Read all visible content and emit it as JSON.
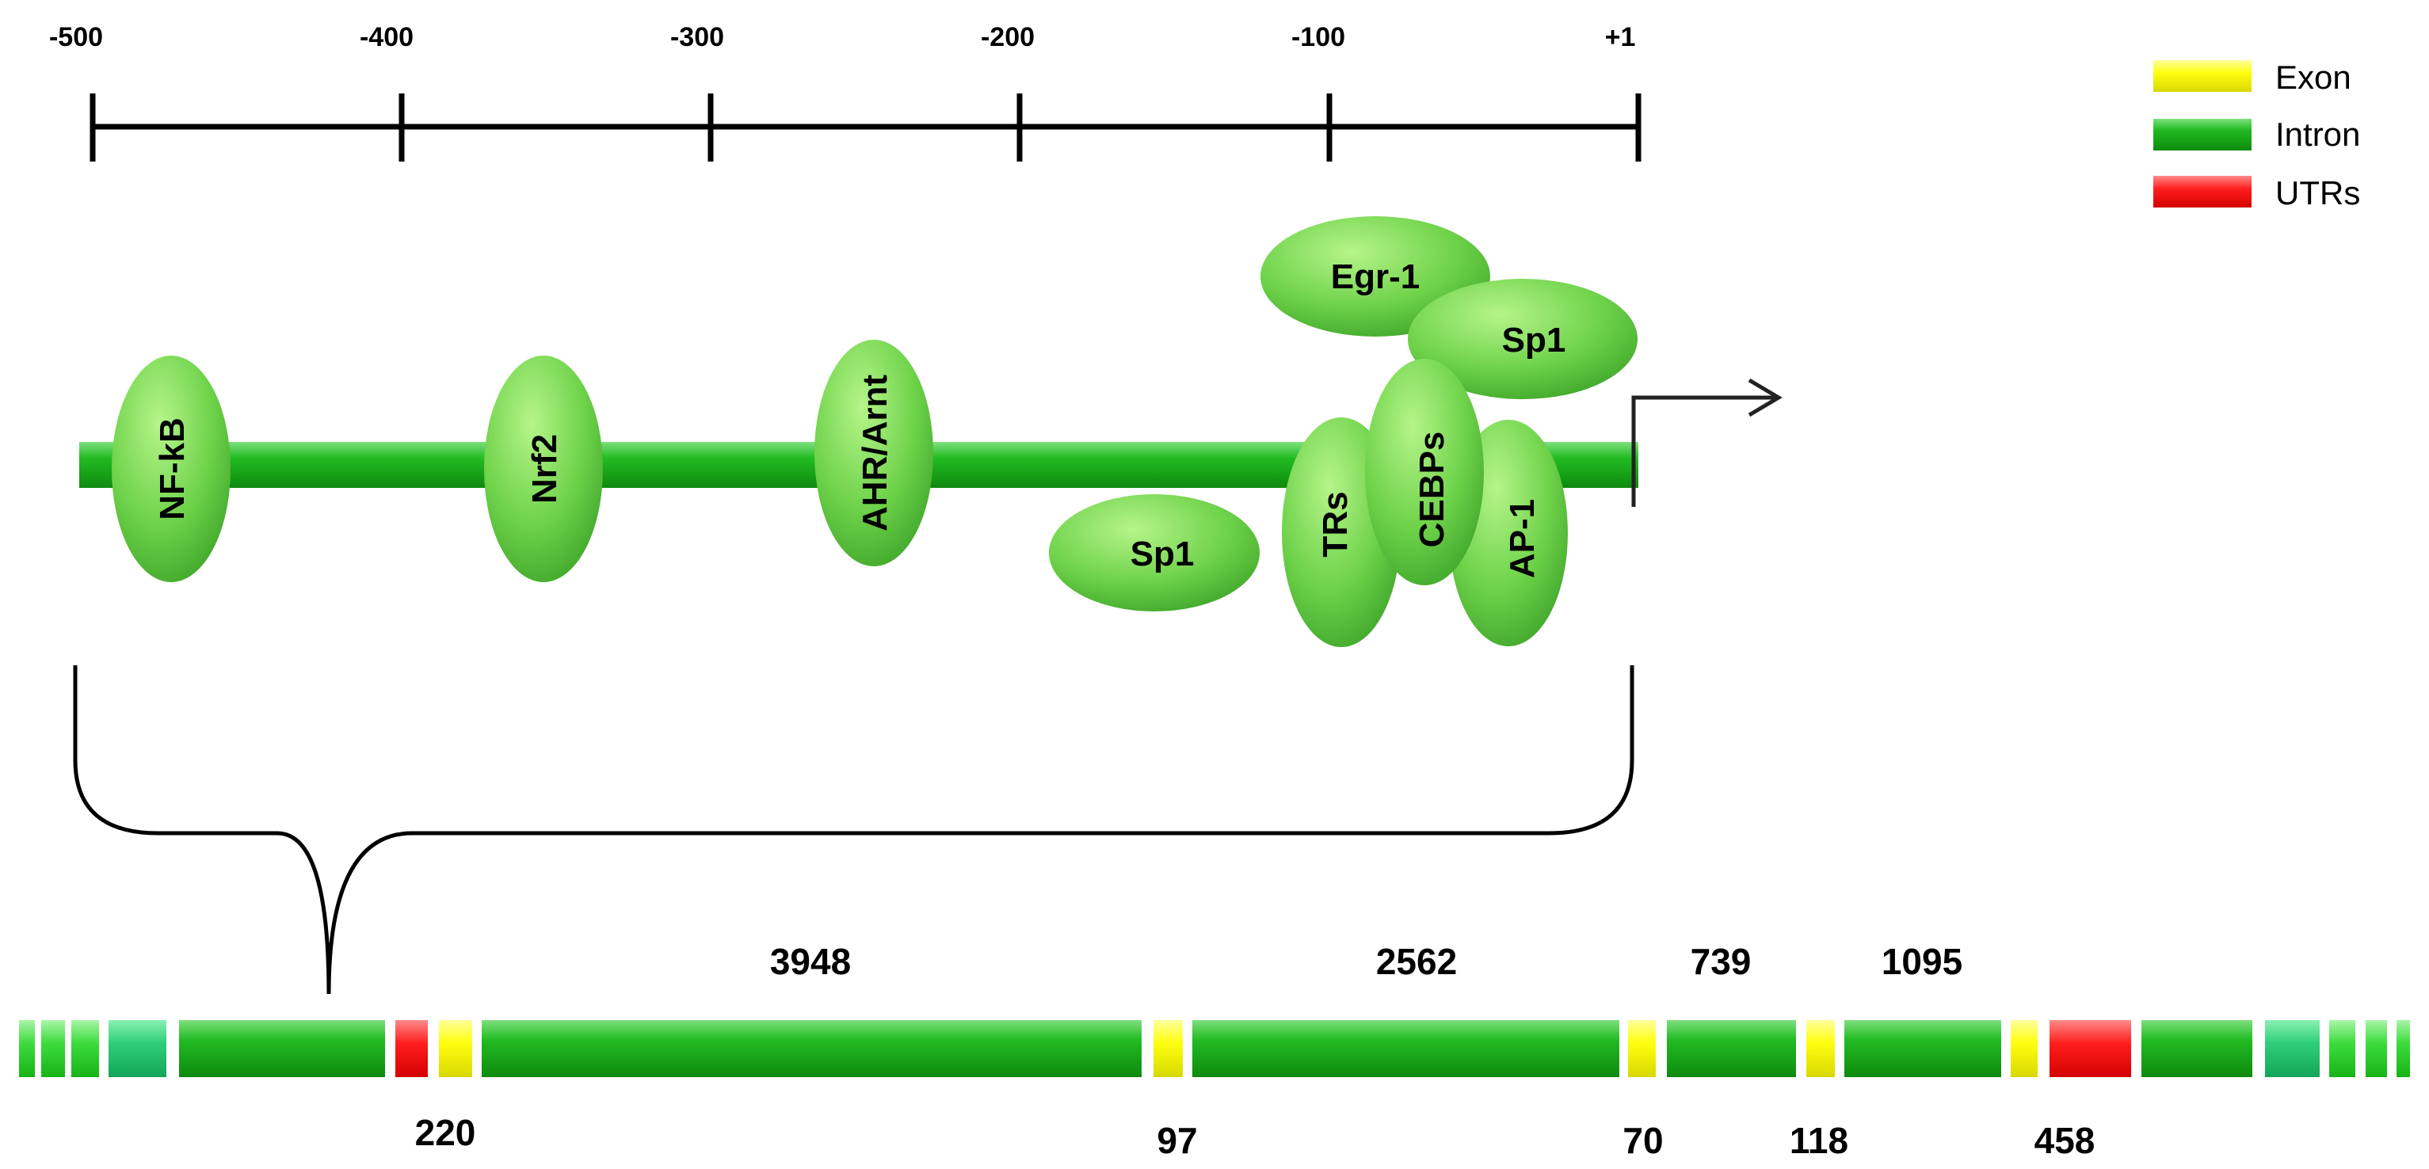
{
  "scale": {
    "ticks": [
      "-500",
      "-400",
      "-300",
      "-200",
      "-100",
      "+1"
    ]
  },
  "legend": {
    "items": [
      {
        "label": "Exon",
        "color": "#ffff00"
      },
      {
        "label": "Intron",
        "color": "#1aa81a"
      },
      {
        "label": "UTRs",
        "color": "#ff1a1a"
      }
    ]
  },
  "promoter": {
    "factors": [
      {
        "label": "NF-kB"
      },
      {
        "label": "Nrf2"
      },
      {
        "label": "AHR/Arnt"
      },
      {
        "label": "Sp1"
      },
      {
        "label": "TRs"
      },
      {
        "label": "CEBPs"
      },
      {
        "label": "AP-1"
      },
      {
        "label": "Egr-1"
      },
      {
        "label": "Sp1"
      }
    ]
  },
  "gene": {
    "intron_labels": [
      "3948",
      "2562",
      "739",
      "1095"
    ],
    "exon_labels": [
      "220",
      "97",
      "70",
      "118",
      "458"
    ]
  }
}
